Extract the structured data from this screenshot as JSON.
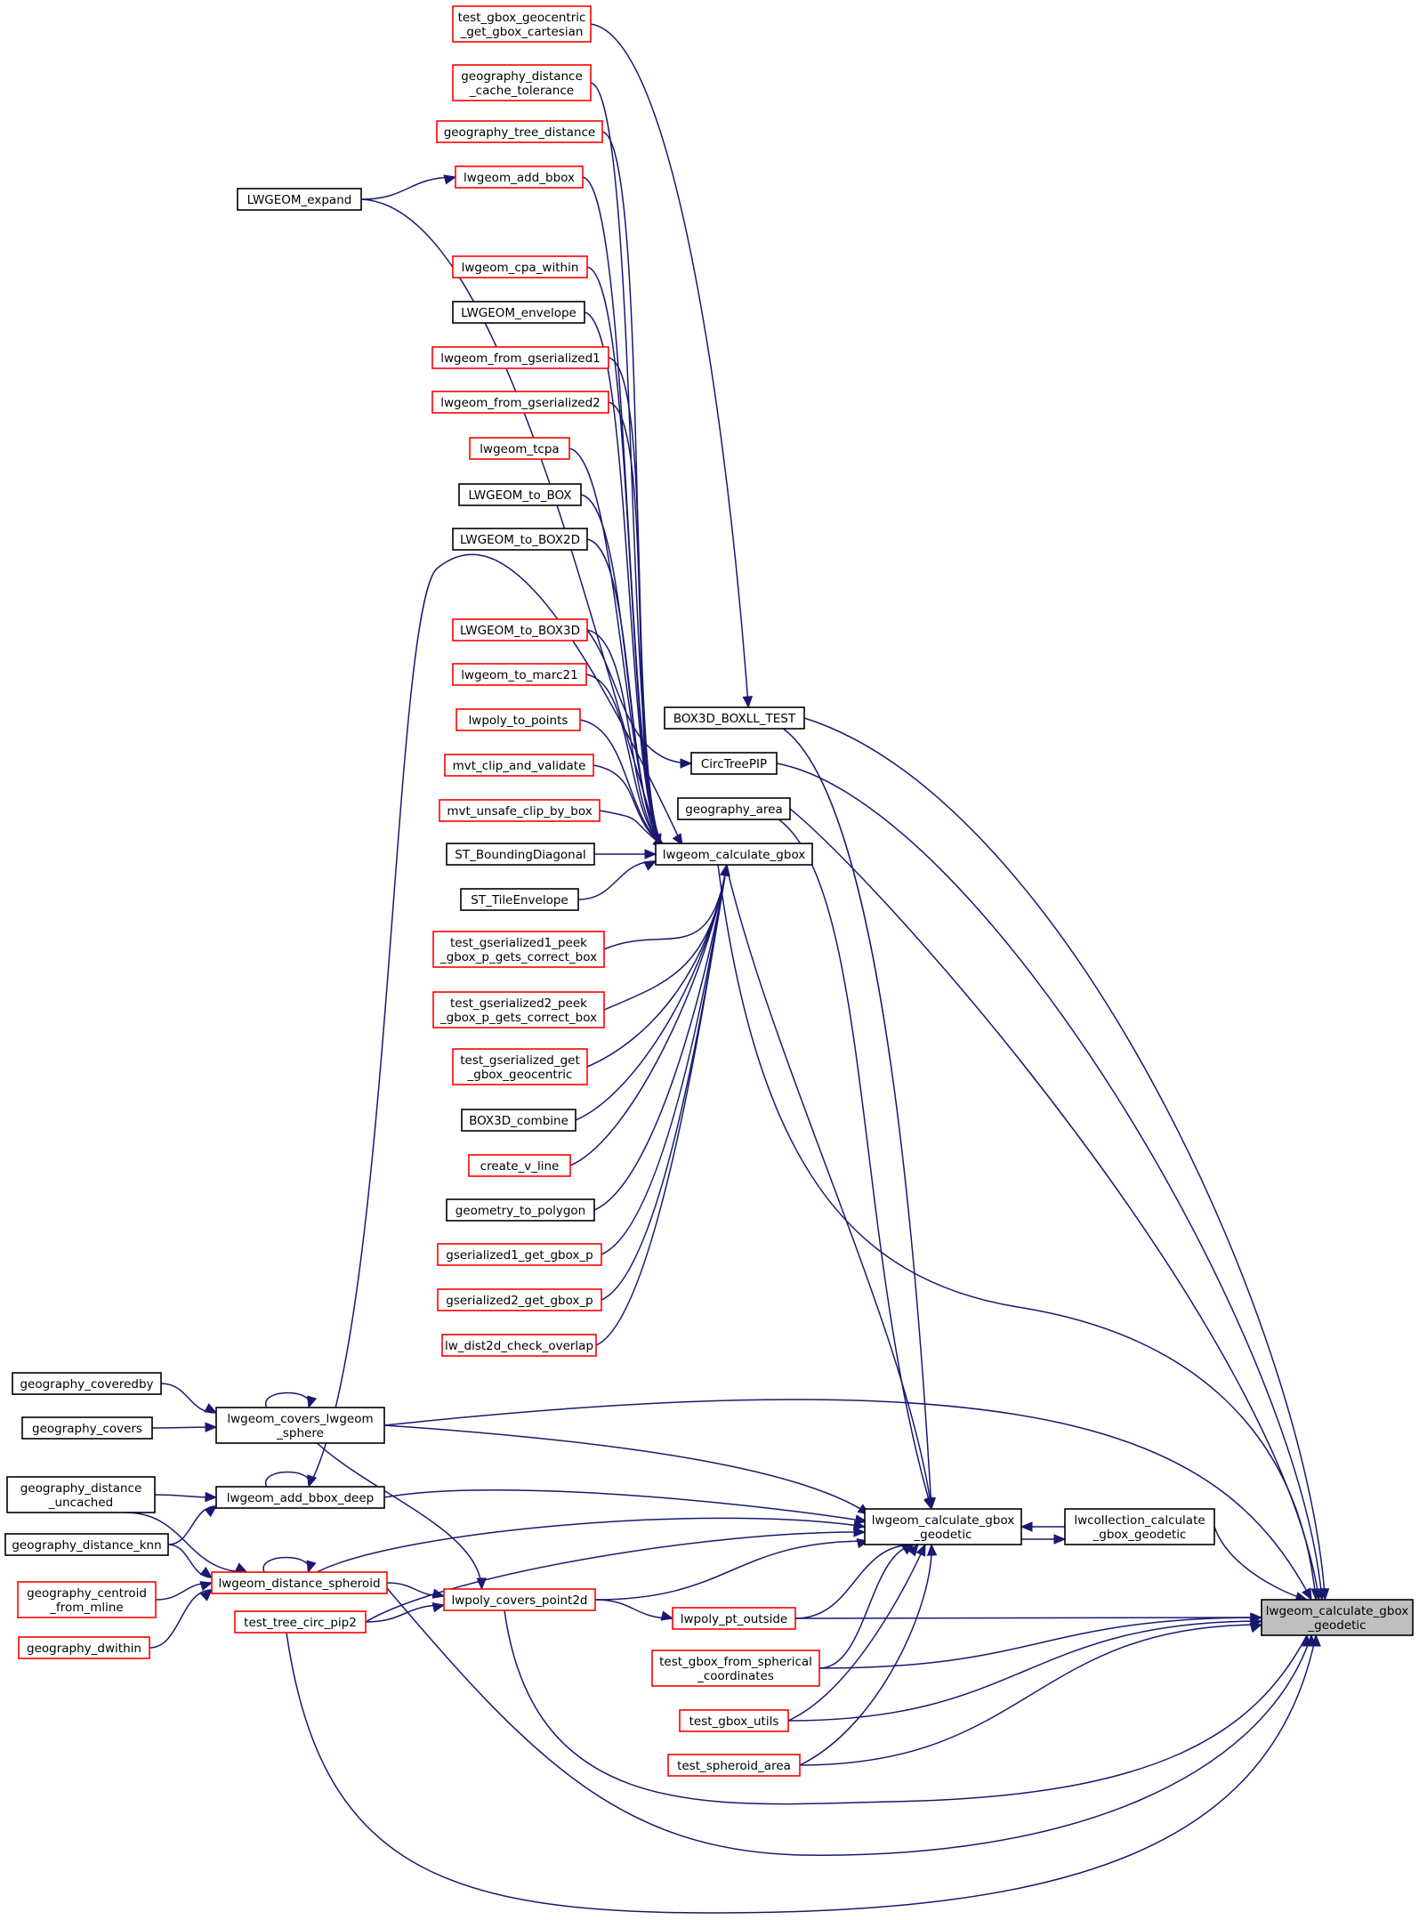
{
  "graph": {
    "type": "doxygen-caller-graph",
    "colors": {
      "edge": "#191970",
      "border_black": "#000000",
      "border_red": "#ff0000",
      "focus_fill": "#bfbfbf",
      "node_fill": "#ffffff"
    },
    "nodes": [
      {
        "id": "target",
        "lines": [
          "lwgeom_calculate_gbox",
          "_geodetic"
        ],
        "border": "focus"
      },
      {
        "id": "n_test_gbox_geocentric",
        "lines": [
          "test_gbox_geocentric",
          "_get_gbox_cartesian"
        ],
        "border": "red"
      },
      {
        "id": "n_geography_distance_cache",
        "lines": [
          "geography_distance",
          "_cache_tolerance"
        ],
        "border": "red"
      },
      {
        "id": "n_geography_tree_distance",
        "lines": [
          "geography_tree_distance"
        ],
        "border": "red"
      },
      {
        "id": "n_lwgeom_add_bbox",
        "lines": [
          "lwgeom_add_bbox"
        ],
        "border": "red"
      },
      {
        "id": "n_LWGEOM_expand",
        "lines": [
          "LWGEOM_expand"
        ],
        "border": "black"
      },
      {
        "id": "n_lwgeom_cpa_within",
        "lines": [
          "lwgeom_cpa_within"
        ],
        "border": "red"
      },
      {
        "id": "n_LWGEOM_envelope",
        "lines": [
          "LWGEOM_envelope"
        ],
        "border": "black"
      },
      {
        "id": "n_lwgeom_from_gserialized1",
        "lines": [
          "lwgeom_from_gserialized1"
        ],
        "border": "red"
      },
      {
        "id": "n_lwgeom_from_gserialized2",
        "lines": [
          "lwgeom_from_gserialized2"
        ],
        "border": "red"
      },
      {
        "id": "n_lwgeom_tcpa",
        "lines": [
          "lwgeom_tcpa"
        ],
        "border": "red"
      },
      {
        "id": "n_LWGEOM_to_BOX",
        "lines": [
          "LWGEOM_to_BOX"
        ],
        "border": "black"
      },
      {
        "id": "n_LWGEOM_to_BOX2D",
        "lines": [
          "LWGEOM_to_BOX2D"
        ],
        "border": "black"
      },
      {
        "id": "n_LWGEOM_to_BOX3D",
        "lines": [
          "LWGEOM_to_BOX3D"
        ],
        "border": "red"
      },
      {
        "id": "n_lwgeom_to_marc21",
        "lines": [
          "lwgeom_to_marc21"
        ],
        "border": "red"
      },
      {
        "id": "n_lwpoly_to_points",
        "lines": [
          "lwpoly_to_points"
        ],
        "border": "red"
      },
      {
        "id": "n_mvt_clip_and_validate",
        "lines": [
          "mvt_clip_and_validate"
        ],
        "border": "red"
      },
      {
        "id": "n_mvt_unsafe_clip_by_box",
        "lines": [
          "mvt_unsafe_clip_by_box"
        ],
        "border": "red"
      },
      {
        "id": "n_ST_BoundingDiagonal",
        "lines": [
          "ST_BoundingDiagonal"
        ],
        "border": "black"
      },
      {
        "id": "n_ST_TileEnvelope",
        "lines": [
          "ST_TileEnvelope"
        ],
        "border": "black"
      },
      {
        "id": "n_test_gserialized1_peek",
        "lines": [
          "test_gserialized1_peek",
          "_gbox_p_gets_correct_box"
        ],
        "border": "red"
      },
      {
        "id": "n_test_gserialized2_peek",
        "lines": [
          "test_gserialized2_peek",
          "_gbox_p_gets_correct_box"
        ],
        "border": "red"
      },
      {
        "id": "n_test_gserialized_get",
        "lines": [
          "test_gserialized_get",
          "_gbox_geocentric"
        ],
        "border": "red"
      },
      {
        "id": "n_BOX3D_combine",
        "lines": [
          "BOX3D_combine"
        ],
        "border": "black"
      },
      {
        "id": "n_create_v_line",
        "lines": [
          "create_v_line"
        ],
        "border": "red"
      },
      {
        "id": "n_geometry_to_polygon",
        "lines": [
          "geometry_to_polygon"
        ],
        "border": "black"
      },
      {
        "id": "n_gserialized1_get_gbox_p",
        "lines": [
          "gserialized1_get_gbox_p"
        ],
        "border": "red"
      },
      {
        "id": "n_gserialized2_get_gbox_p",
        "lines": [
          "gserialized2_get_gbox_p"
        ],
        "border": "red"
      },
      {
        "id": "n_lw_dist2d_check_overlap",
        "lines": [
          "lw_dist2d_check_overlap"
        ],
        "border": "red"
      },
      {
        "id": "n_BOX3D_BOXLL_TEST",
        "lines": [
          "BOX3D_BOXLL_TEST"
        ],
        "border": "black"
      },
      {
        "id": "n_CircTreePIP",
        "lines": [
          "CircTreePIP"
        ],
        "border": "black"
      },
      {
        "id": "n_geography_area",
        "lines": [
          "geography_area"
        ],
        "border": "black"
      },
      {
        "id": "n_lwgeom_calculate_gbox",
        "lines": [
          "lwgeom_calculate_gbox"
        ],
        "border": "black"
      },
      {
        "id": "n_geography_coveredby",
        "lines": [
          "geography_coveredby"
        ],
        "border": "black"
      },
      {
        "id": "n_geography_covers",
        "lines": [
          "geography_covers"
        ],
        "border": "black"
      },
      {
        "id": "n_lwgeom_covers_lwgeom_sphere",
        "lines": [
          "lwgeom_covers_lwgeom",
          "_sphere"
        ],
        "border": "black"
      },
      {
        "id": "n_geography_distance_uncached",
        "lines": [
          "geography_distance",
          "_uncached"
        ],
        "border": "black"
      },
      {
        "id": "n_lwgeom_add_bbox_deep",
        "lines": [
          "lwgeom_add_bbox_deep"
        ],
        "border": "black"
      },
      {
        "id": "n_geography_distance_knn",
        "lines": [
          "geography_distance_knn"
        ],
        "border": "black"
      },
      {
        "id": "n_lwgeom_calculate_gbox_geodetic",
        "lines": [
          "lwgeom_calculate_gbox",
          "_geodetic"
        ],
        "border": "black"
      },
      {
        "id": "n_lwcollection_calculate",
        "lines": [
          "lwcollection_calculate",
          "_gbox_geodetic"
        ],
        "border": "black"
      },
      {
        "id": "n_lwgeom_distance_spheroid",
        "lines": [
          "lwgeom_distance_spheroid"
        ],
        "border": "red"
      },
      {
        "id": "n_geography_centroid",
        "lines": [
          "geography_centroid",
          "_from_mline"
        ],
        "border": "red"
      },
      {
        "id": "n_lwpoly_covers_point2d",
        "lines": [
          "lwpoly_covers_point2d"
        ],
        "border": "red"
      },
      {
        "id": "n_lwpoly_pt_outside",
        "lines": [
          "lwpoly_pt_outside"
        ],
        "border": "red"
      },
      {
        "id": "n_test_tree_circ_pip2",
        "lines": [
          "test_tree_circ_pip2"
        ],
        "border": "red"
      },
      {
        "id": "n_geography_dwithin",
        "lines": [
          "geography_dwithin"
        ],
        "border": "red"
      },
      {
        "id": "n_test_gbox_from_spherical",
        "lines": [
          "test_gbox_from_spherical",
          "_coordinates"
        ],
        "border": "red"
      },
      {
        "id": "n_test_gbox_utils",
        "lines": [
          "test_gbox_utils"
        ],
        "border": "red"
      },
      {
        "id": "n_test_spheroid_area",
        "lines": [
          "test_spheroid_area"
        ],
        "border": "red"
      }
    ]
  }
}
